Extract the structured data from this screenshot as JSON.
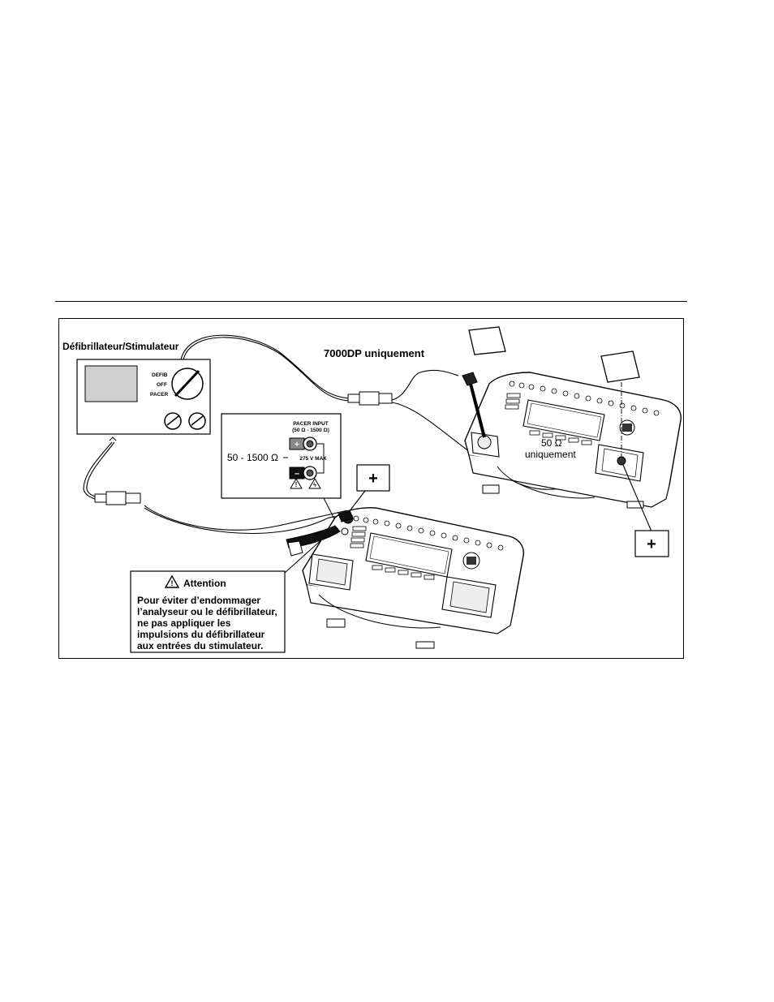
{
  "figure": {
    "defib_title": "Défibrillateur/Stimulateur",
    "defib_switch": {
      "defib": "DEFIB",
      "off": "OFF",
      "pacer": "PACER"
    },
    "dp_title": "7000DP uniquement",
    "pacer_panel": {
      "title_line1": "PACER INPUT",
      "title_line2": "(50 Ω - 1500 Ω)",
      "max_label": "275 V MAX",
      "plus": "+",
      "minus": "–"
    },
    "range_label": "50 - 1500 Ω",
    "plus_callout_top": "+",
    "plus_callout_right": "+",
    "fifty_ohm_line1": "50 Ω",
    "fifty_ohm_line2": "uniquement",
    "attention": {
      "title": "Attention",
      "lines": [
        "Pour éviter d’endommager",
        "l’analyseur ou le défibrillateur,",
        "ne pas appliquer les",
        "impulsions du défibrillateur",
        "aux entrées du stimulateur."
      ]
    }
  }
}
